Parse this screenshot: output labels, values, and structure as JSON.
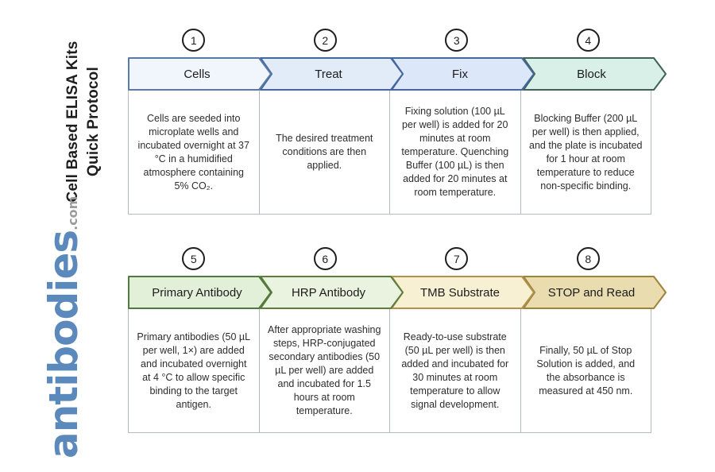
{
  "sidebar": {
    "title_line1": "Cell Based ELISA Kits",
    "title_line2": "Quick Protocol",
    "logo_text": "antibodies",
    "logo_suffix": ".com",
    "logo_color": "#5b89bc",
    "suffix_color": "#9b9b9b"
  },
  "steps": [
    {
      "number": "1",
      "label": "Cells",
      "fill": "#f1f6fc",
      "stroke": "#5a7aa5",
      "description": "Cells are seeded into microplate wells and incubated overnight at 37 °C in a humidified atmosphere containing 5% CO₂."
    },
    {
      "number": "2",
      "label": "Treat",
      "fill": "#e2ebf8",
      "stroke": "#44679e",
      "description": "The desired treatment conditions are then applied."
    },
    {
      "number": "3",
      "label": "Fix",
      "fill": "#dce8f9",
      "stroke": "#44679e",
      "description": "Fixing solution (100 µL per well) is added for 20 minutes at room temperature. Quenching Buffer (100 µL) is then added for 20 minutes at room temperature."
    },
    {
      "number": "4",
      "label": "Block",
      "fill": "#d8f0e7",
      "stroke": "#3f6358",
      "description": "Blocking Buffer (200 µL per well) is then applied, and the plate is incubated for 1 hour at room temperature to reduce non-specific binding."
    },
    {
      "number": "5",
      "label": "Primary Antibody",
      "fill": "#e2f0da",
      "stroke": "#507a3e",
      "description": "Primary antibodies (50 µL per well, 1×) are added and incubated overnight at 4 °C to allow specific binding to the target antigen."
    },
    {
      "number": "6",
      "label": "HRP Antibody",
      "fill": "#e9f3df",
      "stroke": "#5e7c3a",
      "description": "After appropriate washing steps, HRP-conjugated secondary antibodies (50 µL per well) are added and incubated for 1.5 hours at room temperature."
    },
    {
      "number": "7",
      "label": "TMB Substrate",
      "fill": "#f7f0d2",
      "stroke": "#b1924c",
      "description": "Ready-to-use substrate (50 µL per well) is then added and incubated for 30 minutes at room temperature to allow signal development."
    },
    {
      "number": "8",
      "label": "STOP and Read",
      "fill": "#e9dcae",
      "stroke": "#9e8339",
      "description": "Finally, 50 µL of Stop Solution is added, and the absorbance is measured at 450 nm."
    }
  ]
}
